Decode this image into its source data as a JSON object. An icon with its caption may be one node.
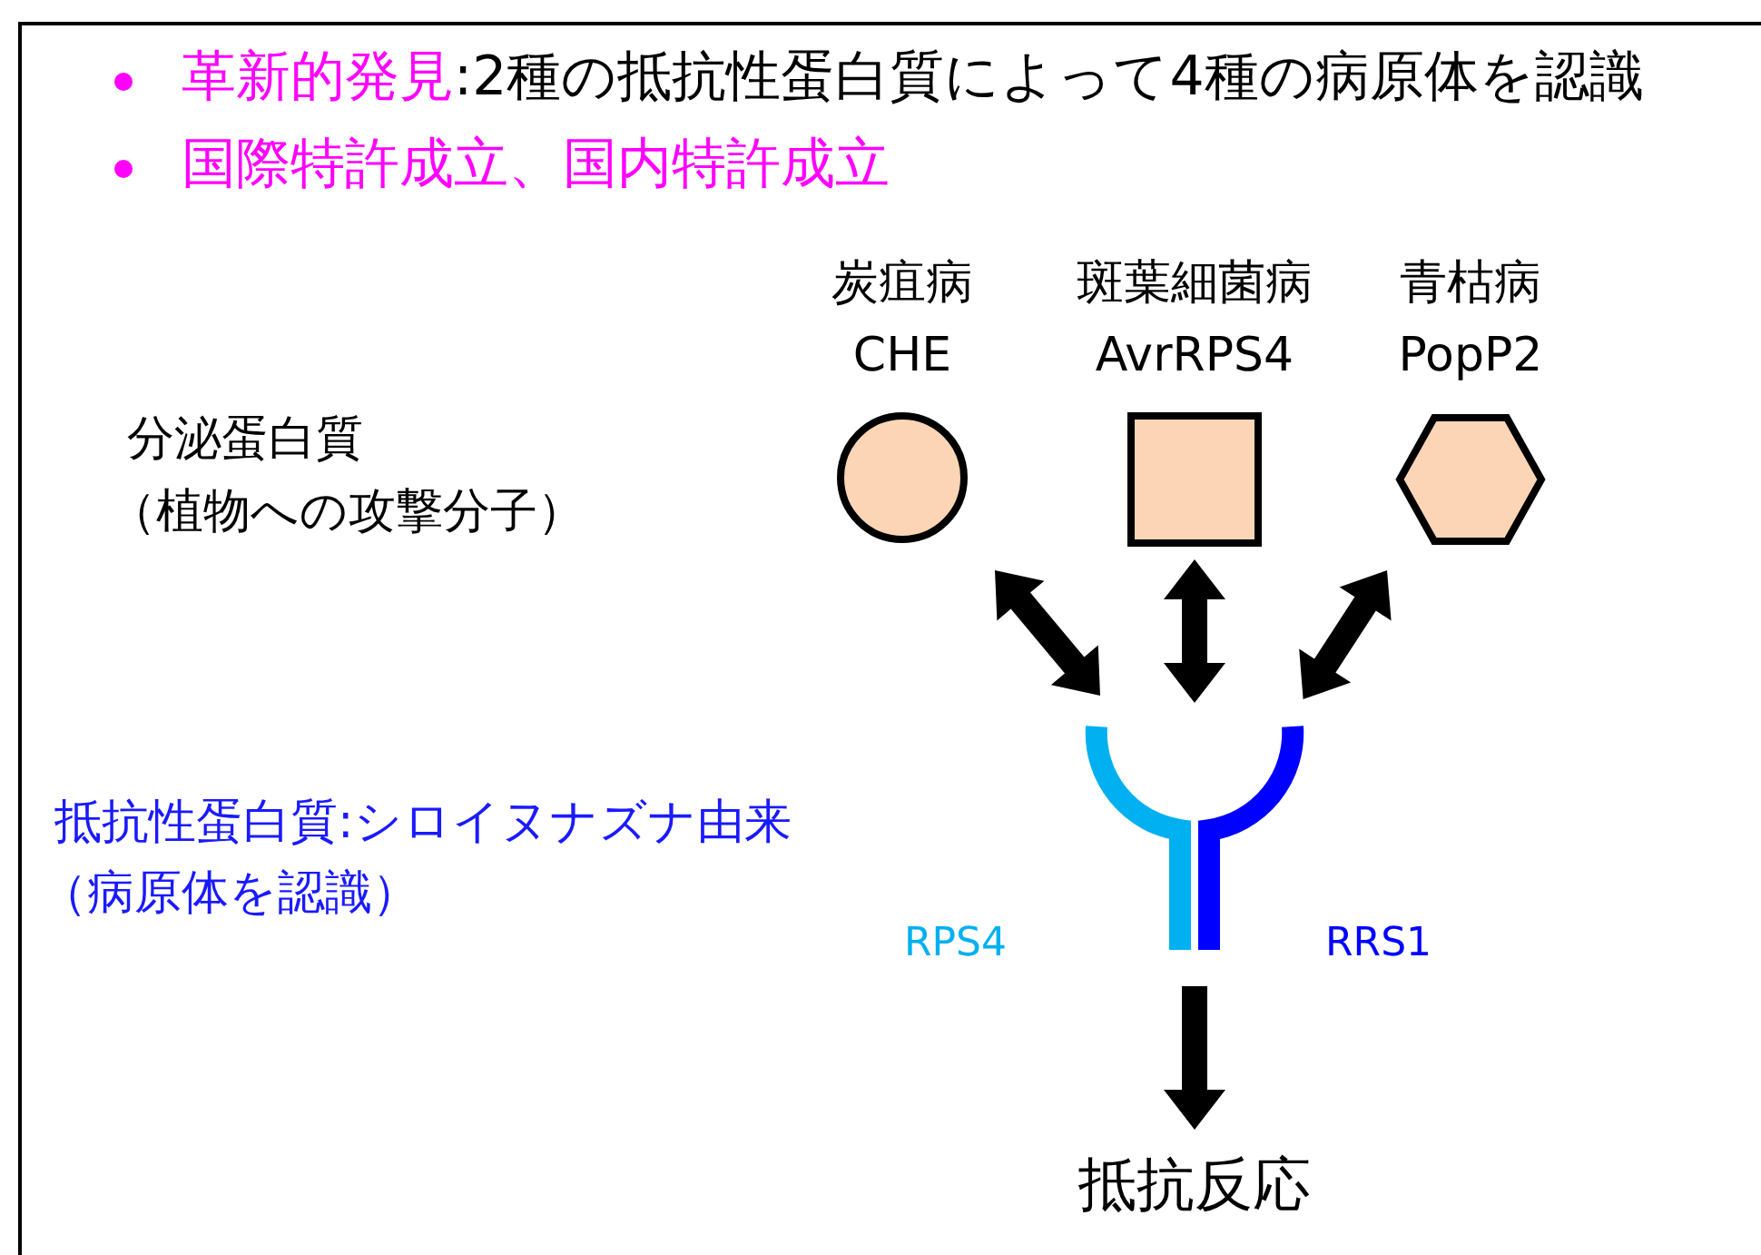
{
  "diagram": {
    "nodes": [
      {
        "text": [
          "炭疽病",
          "CHE"
        ]
      },
      {
        "text": [
          "斑葉細菌病",
          "AvrRPS4"
        ]
      },
      {
        "text": [
          "青枯病",
          "PopP2"
        ]
      },
      {
        "text": [],
        "shape": "picture",
        "beside": [
          "RPS4",
          "RRS1"
        ]
      },
      {
        "text": [
          "抵抗反応"
        ]
      }
    ],
    "edges": [
      {
        "from": 0,
        "to": 3,
        "arrow": "both"
      },
      {
        "from": 1,
        "to": 3,
        "arrow": "both"
      },
      {
        "from": 2,
        "to": 3,
        "arrow": "both"
      },
      {
        "from": 3,
        "to": 4,
        "arrow": "to"
      }
    ],
    "labels": [
      "革新的発見",
      ":2種の抵抗性蛋白質によって4種の病原体を認識",
      "国際特許成立、国内特許成立",
      "分泌蛋白質",
      "（植物への攻撃分子）",
      "抵抗性蛋白質:シロイヌナズナ由来",
      "（病原体を認識）"
    ]
  }
}
